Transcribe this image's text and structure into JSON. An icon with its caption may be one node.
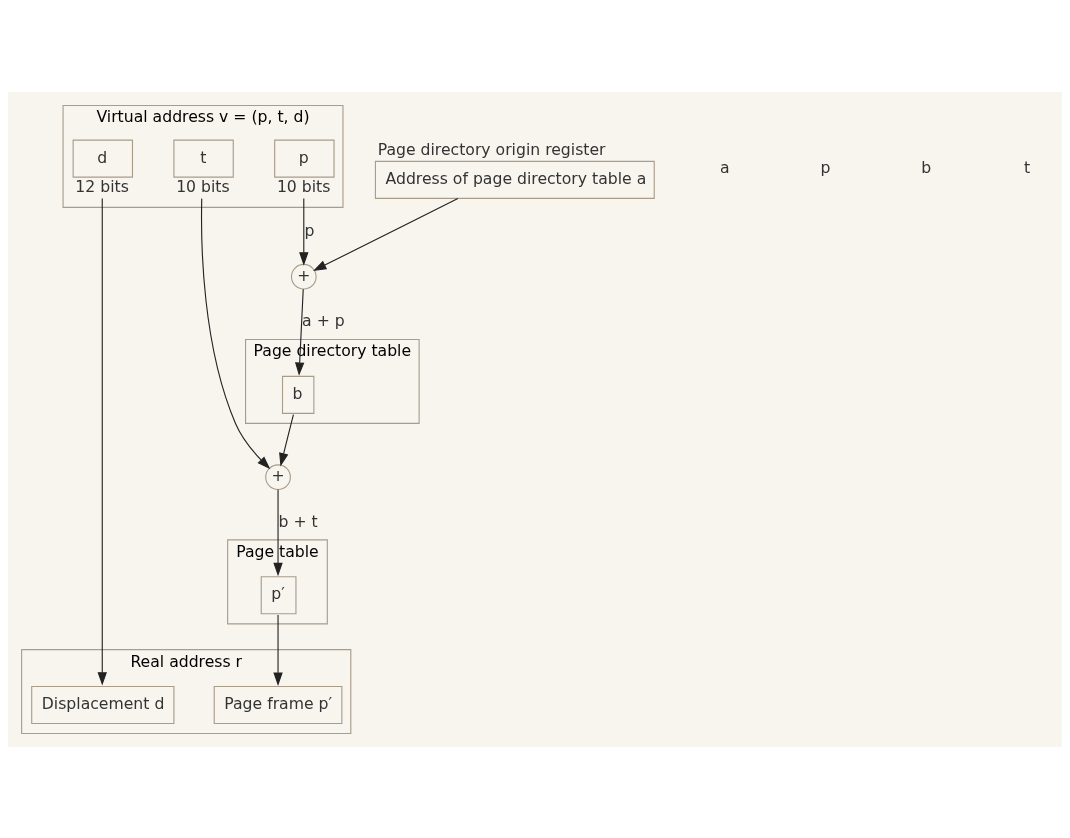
{
  "diagram": {
    "nodes": [
      {
        "text": [
          "Virtual address v = (p, t, d)"
        ]
      },
      {
        "text": [
          "p"
        ],
        "in": 0,
        "beside": [
          "10 bits"
        ]
      },
      {
        "text": [
          "t"
        ],
        "in": 0,
        "beside": [
          "10 bits"
        ]
      },
      {
        "text": [
          "d"
        ],
        "in": 0,
        "beside": [
          "12 bits"
        ]
      },
      {
        "text": [
          "Page directory origin register",
          "Address of page directory table a"
        ]
      },
      {
        "text": [
          "+"
        ]
      },
      {
        "text": [
          "Page directory table"
        ]
      },
      {
        "text": [
          "b"
        ],
        "in": 6
      },
      {
        "text": [
          "+"
        ]
      },
      {
        "text": [
          "Page table"
        ]
      },
      {
        "text": [
          "p′"
        ],
        "in": 9
      },
      {
        "text": [
          "Real address r"
        ]
      },
      {
        "text": [
          "Page frame p′"
        ],
        "in": 11
      },
      {
        "text": [
          "Displacement d"
        ],
        "in": 11
      }
    ],
    "edges": [
      {
        "from": 1,
        "to": 5,
        "arrow": "to",
        "label": "p"
      },
      {
        "from": 4,
        "to": 5,
        "arrow": "to"
      },
      {
        "from": 5,
        "to": 7,
        "arrow": "to",
        "label": "a + p"
      },
      {
        "from": 7,
        "to": 8,
        "arrow": "to"
      },
      {
        "from": 2,
        "to": 8,
        "arrow": "to"
      },
      {
        "from": 8,
        "to": 10,
        "arrow": "to",
        "label": "b + t"
      },
      {
        "from": 10,
        "to": 12,
        "arrow": "to"
      },
      {
        "from": 3,
        "to": 13,
        "arrow": "to"
      }
    ],
    "labels": [
      "a",
      "p",
      "b",
      "t"
    ]
  }
}
